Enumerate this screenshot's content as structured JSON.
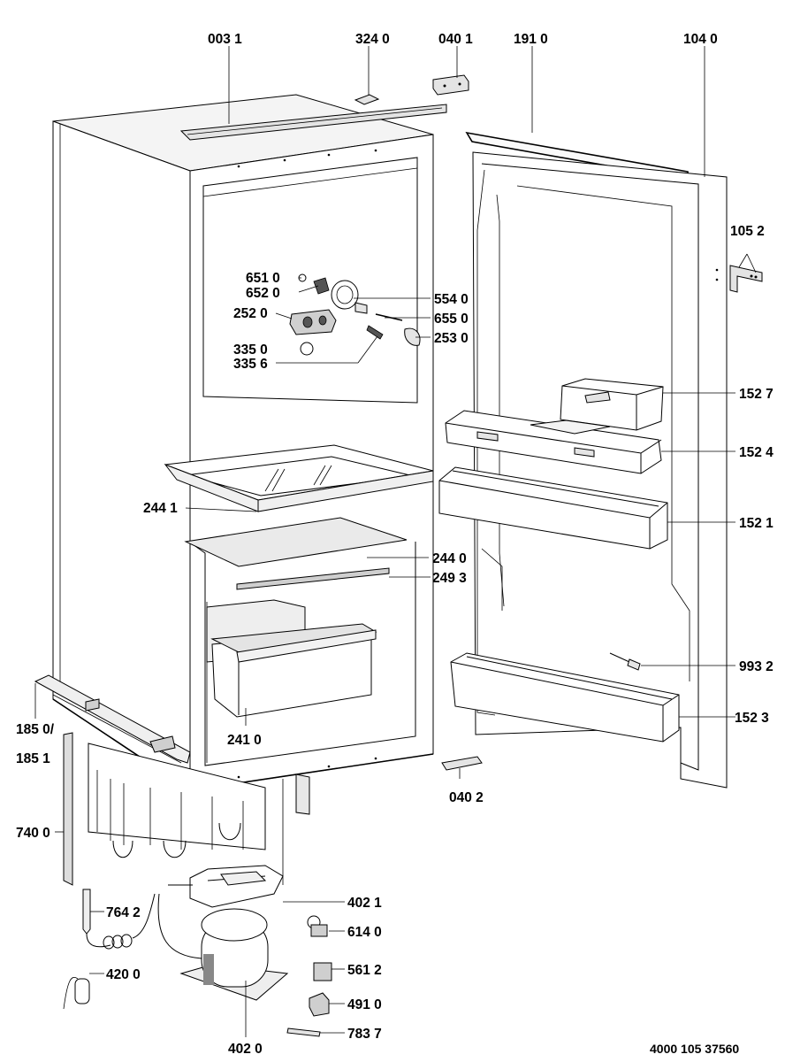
{
  "drawing_number": "4000 105 37560",
  "part_labels": {
    "p0031": "003 1",
    "p3240": "324 0",
    "p0401": "040 1",
    "p1910": "191 0",
    "p1040": "104 0",
    "p1052": "105 2",
    "p6510": "651 0",
    "p6520": "652 0",
    "p5540": "554 0",
    "p2520": "252 0",
    "p6550": "655 0",
    "p3350": "335 0",
    "p2530": "253 0",
    "p3356": "335 6",
    "p1527": "152 7",
    "p1524": "152 4",
    "p2441": "244 1",
    "p1521": "152 1",
    "p2440": "244 0",
    "p2493": "249 3",
    "p9932": "993 2",
    "p2410": "241 0",
    "p1523": "152 3",
    "p1850": "185 0/",
    "p1851": "185 1",
    "p0402": "040 2",
    "p7400": "740 0",
    "p4021": "402 1",
    "p7642": "764 2",
    "p6140": "614 0",
    "p5612": "561 2",
    "p4200": "420 0",
    "p4910": "491 0",
    "p7837": "783 7",
    "p4020": "402 0"
  }
}
